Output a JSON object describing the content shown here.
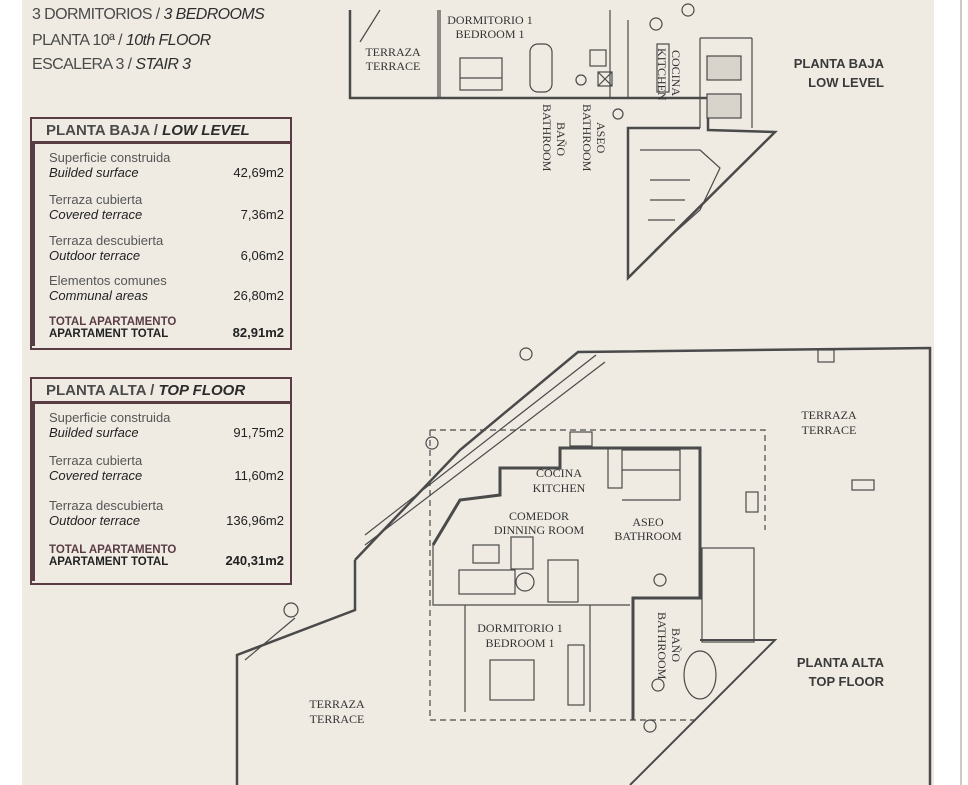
{
  "header": {
    "line1_es": "3 DORMITORIOS /",
    "line1_en": "3 BEDROOMS",
    "line2_es": "PLANTA 10ª /",
    "line2_en": "10th FLOOR",
    "line3_es": "ESCALERA 3 /",
    "line3_en": "STAIR 3"
  },
  "low_table": {
    "title_es": "PLANTA BAJA /",
    "title_en": "LOW LEVEL",
    "rows": [
      {
        "es": "Superficie construida",
        "en": "Builded surface",
        "value": "42,69m2"
      },
      {
        "es": "Terraza cubierta",
        "en": "Covered terrace",
        "value": "7,36m2"
      },
      {
        "es": "Terraza descubierta",
        "en": "Outdoor terrace",
        "value": "6,06m2"
      },
      {
        "es": "Elementos comunes",
        "en": "Communal areas",
        "value": "26,80m2"
      }
    ],
    "total": {
      "es": "TOTAL APARTAMENTO",
      "en": "APARTAMENT TOTAL",
      "value": "82,91m2"
    }
  },
  "top_table": {
    "title_es": "PLANTA ALTA /",
    "title_en": "TOP FLOOR",
    "rows": [
      {
        "es": "Superficie construida",
        "en": "Builded surface",
        "value": "91,75m2"
      },
      {
        "es": "Terraza cubierta",
        "en": "Covered terrace",
        "value": "11,60m2"
      },
      {
        "es": "Terraza descubierta",
        "en": "Outdoor terrace",
        "value": "136,96m2"
      }
    ],
    "total": {
      "es": "TOTAL APARTAMENTO",
      "en": "APARTAMENT TOTAL",
      "value": "240,31m2"
    }
  },
  "plan_low": {
    "level_es": "PLANTA BAJA",
    "level_en": "LOW LEVEL",
    "rooms": {
      "terrace_es": "TERRAZA",
      "terrace_en": "TERRACE",
      "bedroom_es": "DORMITORIO 1",
      "bedroom_en": "BEDROOM 1",
      "bath_es": "BAÑO",
      "bath_en": "BATHROOM",
      "toilet_es": "ASEO",
      "toilet_en": "BATHROOM",
      "kitchen_es": "COCINA",
      "kitchen_en": "KITCHEN"
    }
  },
  "plan_top": {
    "level_es": "PLANTA ALTA",
    "level_en": "TOP FLOOR",
    "rooms": {
      "terrace_ne_es": "TERRAZA",
      "terrace_ne_en": "TERRACE",
      "kitchen_es": "COCINA",
      "kitchen_en": "KITCHEN",
      "dining_es": "COMEDOR",
      "dining_en": "DINNING ROOM",
      "toilet_es": "ASEO",
      "toilet_en": "BATHROOM",
      "bedroom_es": "DORMITORIO 1",
      "bedroom_en": "BEDROOM 1",
      "bath_es": "BAÑO",
      "bath_en": "BATHROOM",
      "terrace_sw_es": "TERRAZA",
      "terrace_sw_en": "TERRACE"
    }
  },
  "colors": {
    "sheet": "#efebe3",
    "table_border": "#5a3d44",
    "wall": "#4a4a4a"
  }
}
